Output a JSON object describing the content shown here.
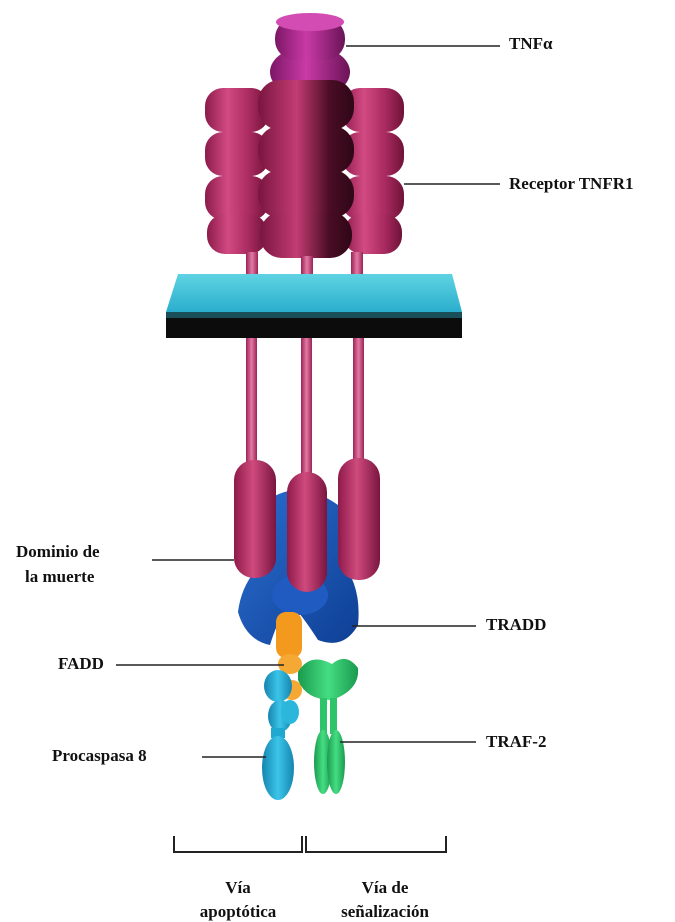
{
  "labels": {
    "tnf": "TNFα",
    "receptor": "Receptor TNFR1",
    "death_domain_line1": "Dominio de",
    "death_domain_line2": "la muerte",
    "tradd": "TRADD",
    "fadd": "FADD",
    "traf2": "TRAF-2",
    "procaspase8": "Procaspasa 8",
    "apoptotic_line1": "Vía",
    "apoptotic_line2": "apoptótica",
    "signaling_line1": "Vía de",
    "signaling_line2": "señalización"
  },
  "colors": {
    "tnf": "#b02a8e",
    "receptor": "#c2386e",
    "receptor_dark": "#7a1540",
    "membrane_top": "#45c6d8",
    "membrane_bottom": "#111111",
    "tradd": "#1a57b8",
    "fadd": "#f39a1e",
    "procaspase": "#1fa9d0",
    "traf2": "#2ec46a"
  }
}
